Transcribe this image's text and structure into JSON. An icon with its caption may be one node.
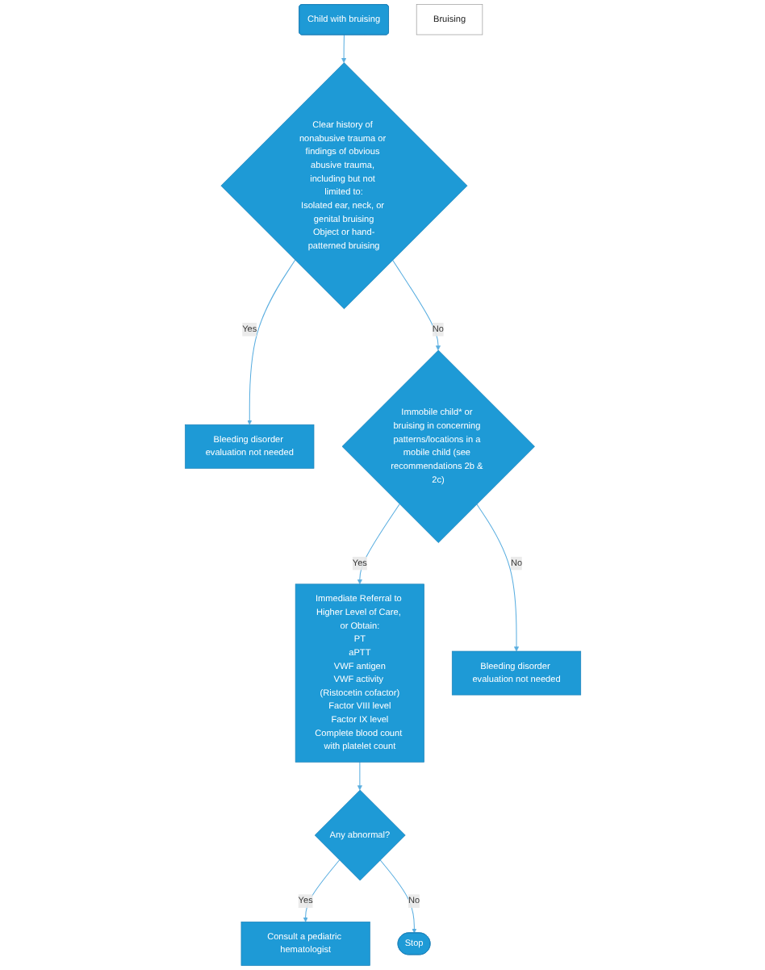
{
  "diagram": {
    "nodes": [
      {
        "text": [
          "Child with bruising"
        ]
      },
      {
        "text": [
          "Bruising"
        ]
      },
      {
        "text": [
          "Clear history of nonabusive trauma or findings of obvious abusive trauma, including but not limited to:",
          "Isolated ear, neck, or genital bruising",
          "Object or hand-patterned bruising"
        ]
      },
      {
        "text": [
          "Bleeding disorder evaluation not needed"
        ]
      },
      {
        "text": [
          "Immobile child* or bruising in concerning patterns/locations in a mobile child (see recommendations 2b & 2c)"
        ]
      },
      {
        "text": [
          "Immediate Referral to Higher Level of Care, or Obtain:",
          "PT",
          "aPTT",
          "VWF antigen",
          "VWF activity (Ristocetin cofactor)",
          "Factor VIII level",
          "Factor IX level",
          "Complete blood count with platelet count"
        ]
      },
      {
        "text": [
          "Bleeding disorder evaluation not needed"
        ]
      },
      {
        "text": [
          "Any abnormal?"
        ]
      },
      {
        "text": [
          "Consult a pediatric hematologist"
        ]
      },
      {
        "text": [
          "Stop"
        ]
      }
    ],
    "edges": [
      {
        "from": 0,
        "to": 2,
        "arrow": "to"
      },
      {
        "from": 2,
        "to": 3,
        "arrow": "to",
        "label": "Yes"
      },
      {
        "from": 2,
        "to": 4,
        "arrow": "to",
        "label": "No"
      },
      {
        "from": 4,
        "to": 5,
        "arrow": "to",
        "label": "Yes"
      },
      {
        "from": 4,
        "to": 6,
        "arrow": "to",
        "label": "No"
      },
      {
        "from": 5,
        "to": 7,
        "arrow": "to"
      },
      {
        "from": 7,
        "to": 8,
        "arrow": "to",
        "label": "Yes"
      },
      {
        "from": 7,
        "to": 9,
        "arrow": "to",
        "label": "No"
      }
    ]
  }
}
